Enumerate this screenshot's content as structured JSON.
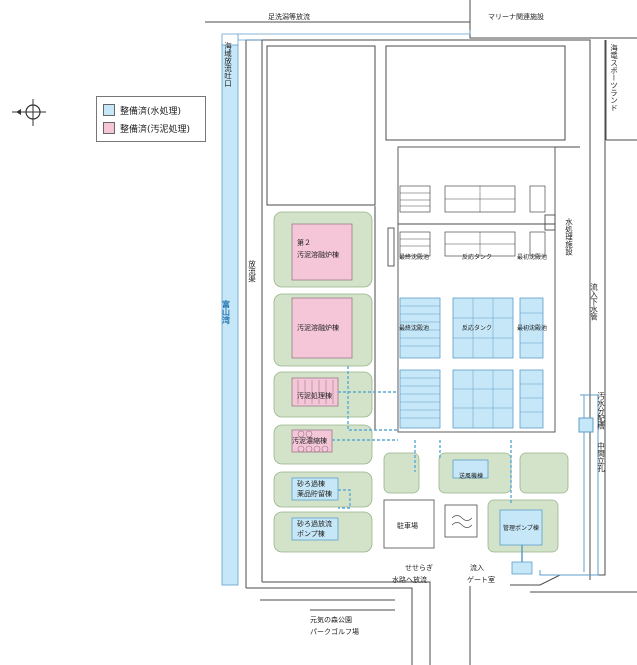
{
  "colors": {
    "water": "#c6e7f7",
    "water_stroke": "#5c9fcb",
    "sludge": "#f4c6d8",
    "sludge_stroke": "#9b7a88",
    "green": "#d3e3c9",
    "green_stroke": "#98b48a",
    "line": "#4b4b4b",
    "dashed": "#5aa9d9"
  },
  "legend": {
    "water_label": "整備済(水処理)",
    "sludge_label": "整備済(汚泥処理)"
  },
  "labels": {
    "ashiarai": "足洗潟等放流",
    "marina": "マリーナ関連施設",
    "kaiiki": "海域放流吐口",
    "kaiou": "海竜スポーツランド",
    "horyukyo": "放流渠",
    "toyamawan": "富山湾",
    "dai2_line1": "第２",
    "dai2_line2": "汚泥溶融炉棟",
    "yuyuro": "汚泥溶融炉棟",
    "odeishori": "汚泥処理棟",
    "odeinoshuku": "汚泥濃縮棟",
    "sunaroka_line1": "砂ろ過棟",
    "sunaroka_line2": "薬品貯留棟",
    "sunapump_line1": "砂ろ過放流",
    "sunapump_line2": "ポンプ棟",
    "saishu1": "最終沈殿池",
    "saishu2": "最終沈殿池",
    "hanno1": "反応タンク",
    "hanno2": "反応タンク",
    "saisho1": "最初沈殿池",
    "saisho2": "最初沈殿池",
    "mizushori": "水処理施設",
    "ryunyu_kankan": "流入下水管",
    "osui": "汚水分配槽",
    "chukan": "中間立孔",
    "sofuki": "送風機棟",
    "kanri": "管理ポンプ棟",
    "chushajo": "駐車場",
    "seseragi_line1": "せせらぎ",
    "seseragi_line2": "水路へ放流",
    "ryunyu_gate_line1": "流入",
    "ryunyu_gate_line2": "ゲート室",
    "park_line1": "元気の森公園",
    "park_line2": "パークゴルフ場"
  }
}
